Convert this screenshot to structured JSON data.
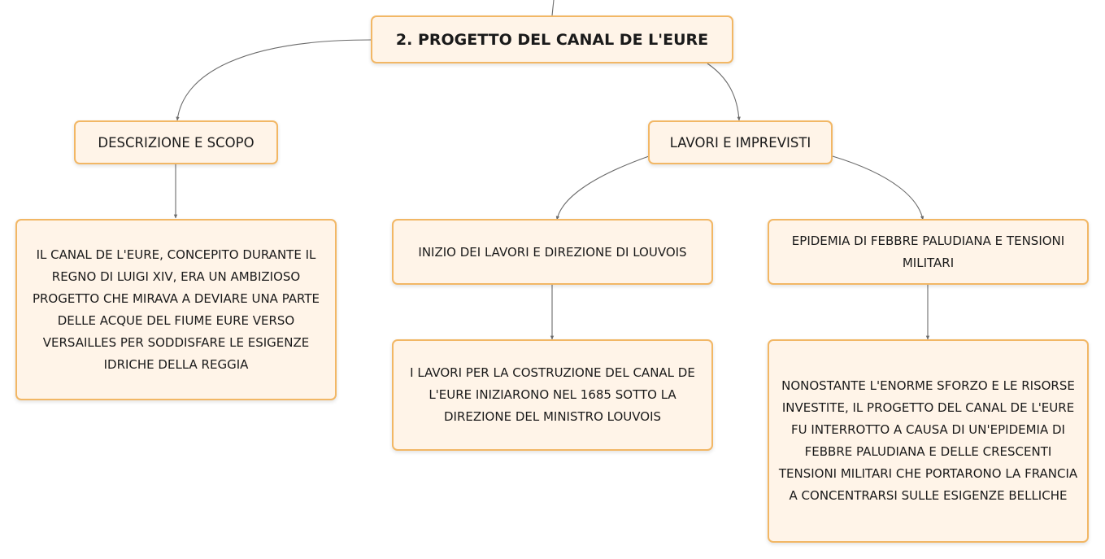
{
  "root": {
    "label": "2. PROGETTO DEL CANAL DE L'EURE"
  },
  "branches": {
    "descrizione": {
      "label": "DESCRIZIONE E SCOPO",
      "detail": "IL CANAL DE L'EURE, CONCEPITO DURANTE IL REGNO DI LUIGI XIV, ERA UN AMBIZIOSO PROGETTO CHE MIRAVA A DEVIARE UNA PARTE DELLE ACQUE DEL FIUME EURE VERSO VERSAILLES PER SODDISFARE LE ESIGENZE IDRICHE DELLA REGGIA"
    },
    "lavori": {
      "label": "LAVORI E IMPREVISTI",
      "children": {
        "inizio": {
          "label": "INIZIO DEI LAVORI E DIREZIONE DI LOUVOIS",
          "detail": "I LAVORI PER LA COSTRUZIONE DEL CANAL DE L'EURE INIZIARONO NEL 1685 SOTTO LA DIREZIONE DEL MINISTRO LOUVOIS"
        },
        "epidemia": {
          "label": "EPIDEMIA DI FEBBRE PALUDIANA E TENSIONI MILITARI",
          "detail": "NONOSTANTE L'ENORME SFORZO E LE RISORSE INVESTITE, IL PROGETTO DEL CANAL DE L'EURE FU INTERROTTO A CAUSA DI UN'EPIDEMIA DI FEBBRE PALUDIANA E DELLE CRESCENTI TENSIONI MILITARI CHE PORTARONO LA FRANCIA A CONCENTRARSI SULLE ESIGENZE BELLICHE"
        }
      }
    }
  },
  "colors": {
    "node_fill": "#fff4e8",
    "node_border": "#f2b765",
    "connector": "#6b6b6b",
    "text": "#1a1a1a"
  }
}
